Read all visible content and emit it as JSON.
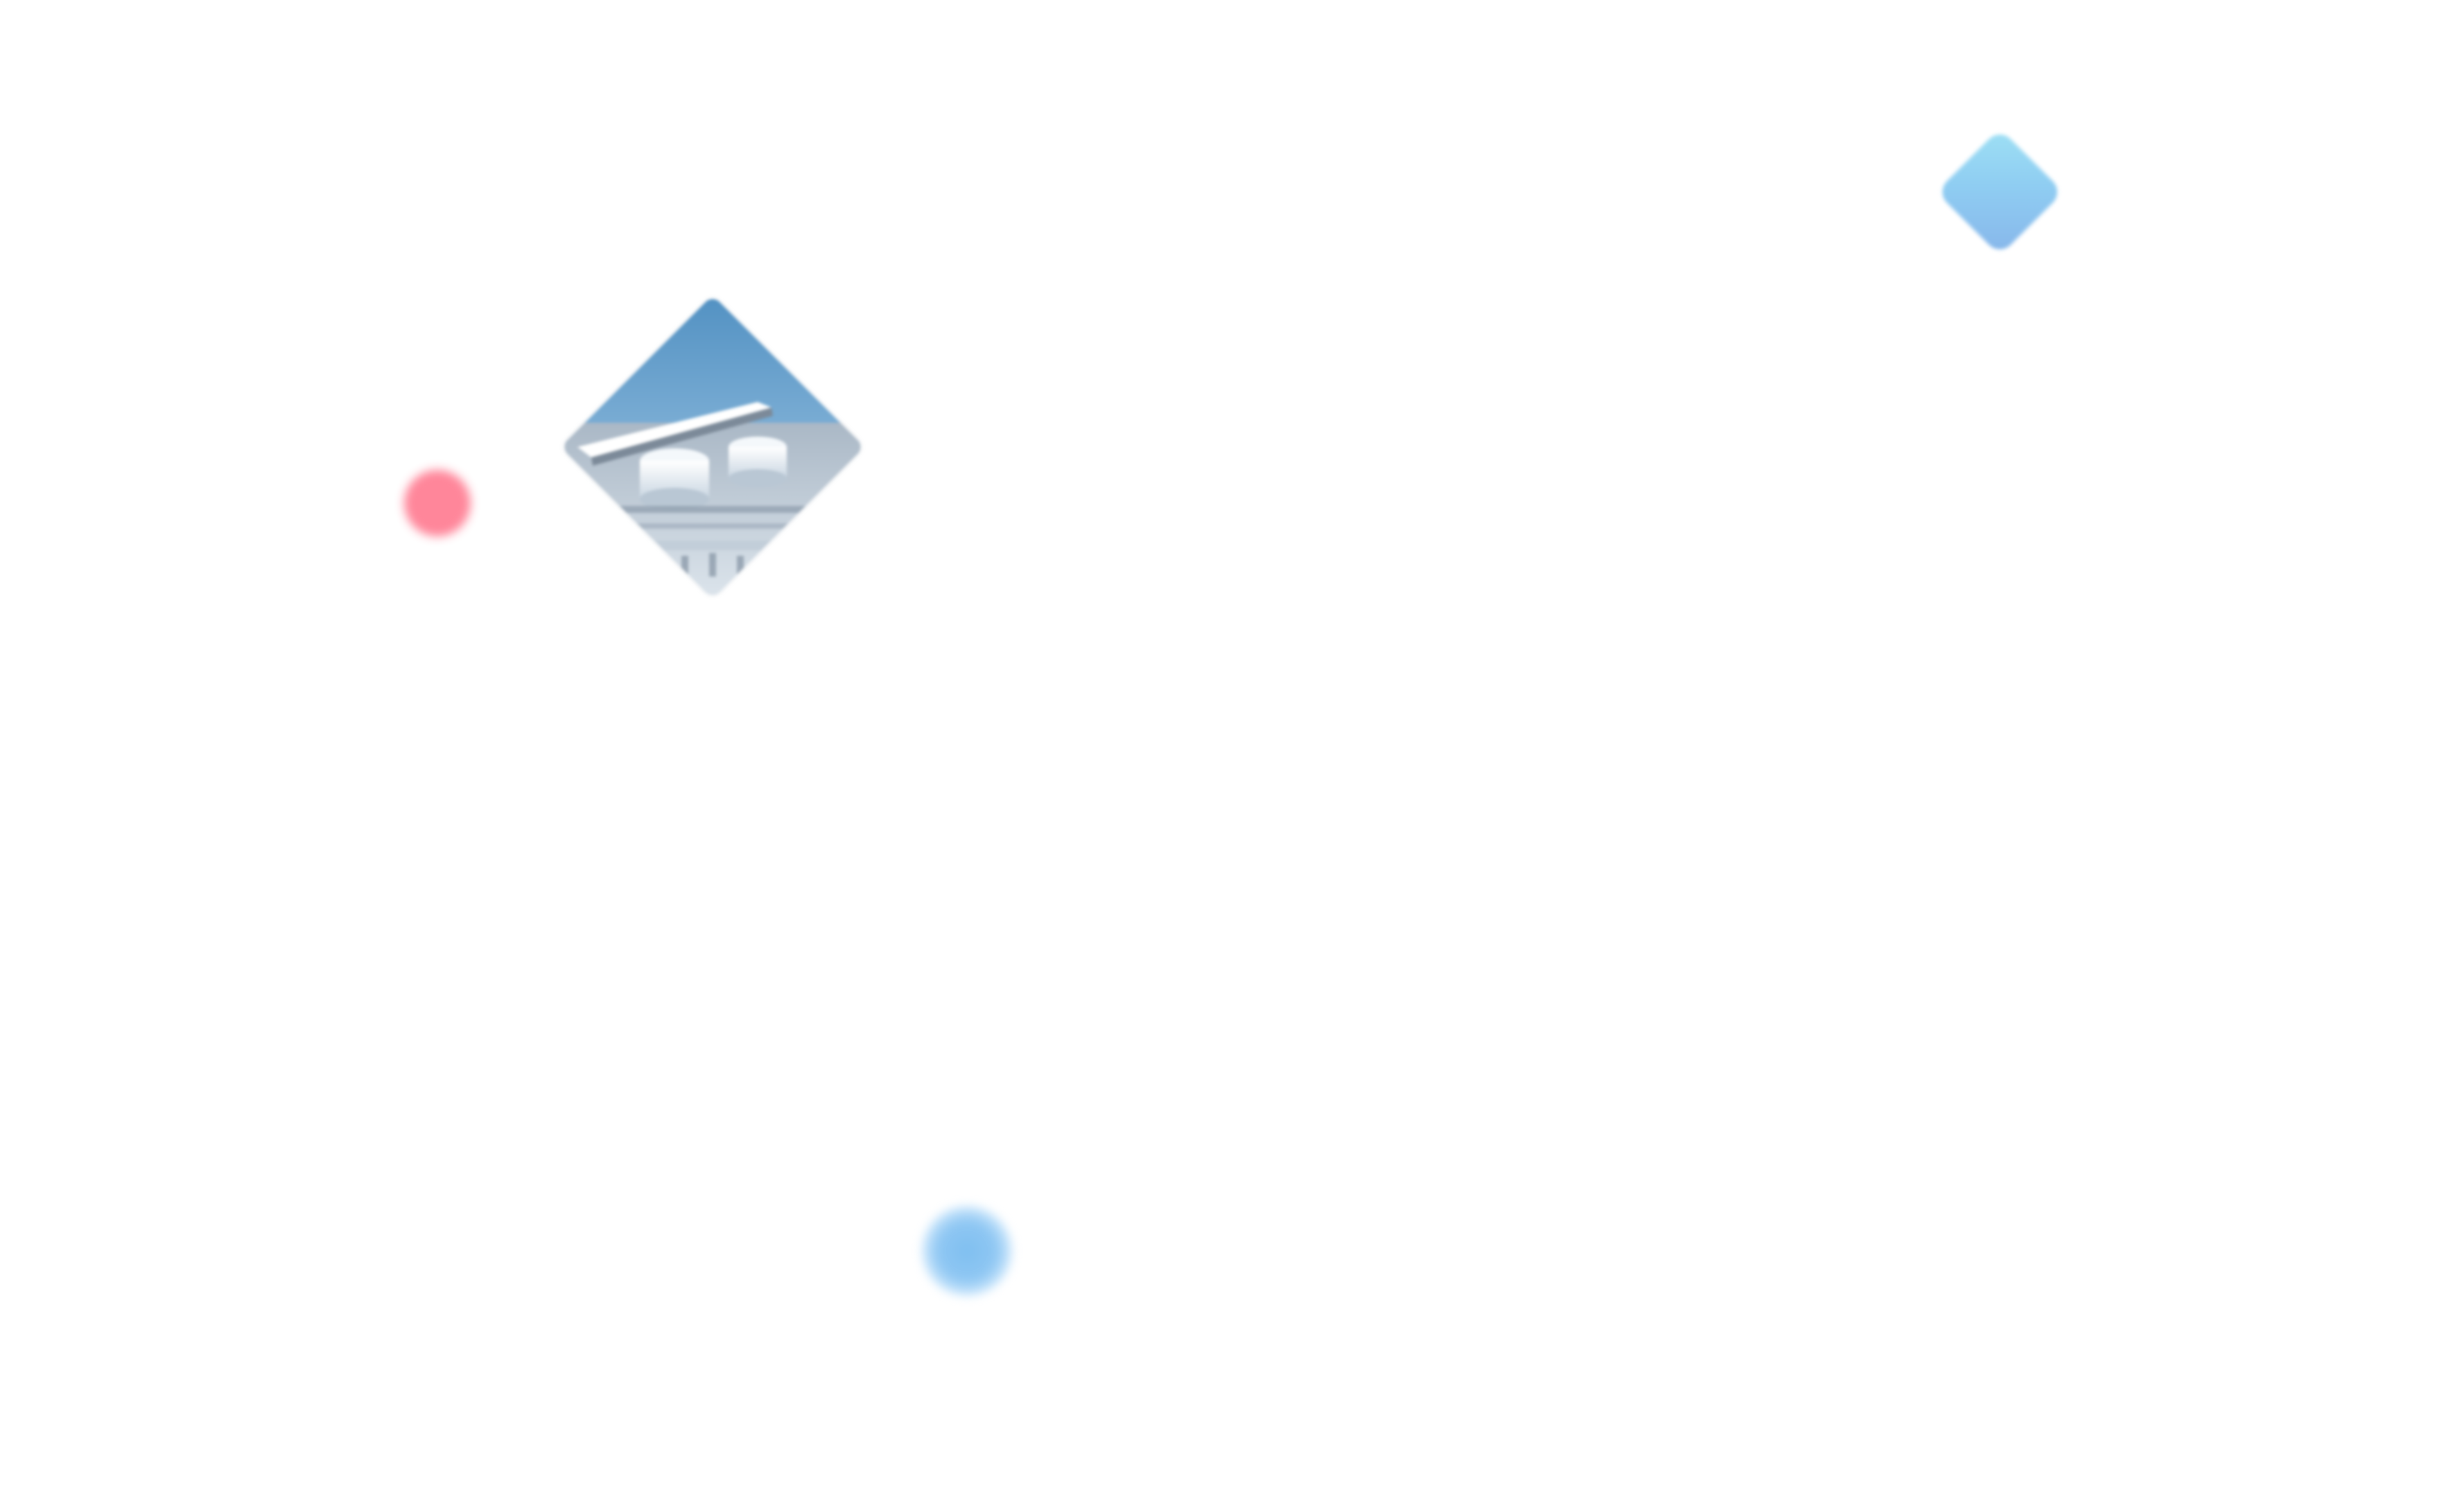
{
  "canvas": {
    "background": "#ffffff"
  },
  "elements": {
    "pink_dot": {
      "color": "#ff8095",
      "icon": "decorative-dot"
    },
    "blue_dot": {
      "color": "#8fc7f3",
      "icon": "decorative-dot"
    },
    "small_diamond": {
      "colors": [
        "#9ee0f4",
        "#87b6ea"
      ],
      "icon": "decorative-diamond"
    },
    "image_diamond": {
      "icon": "water-treatment-plant-image",
      "colors": [
        "#5e97c4",
        "#dfe8f0"
      ]
    }
  }
}
